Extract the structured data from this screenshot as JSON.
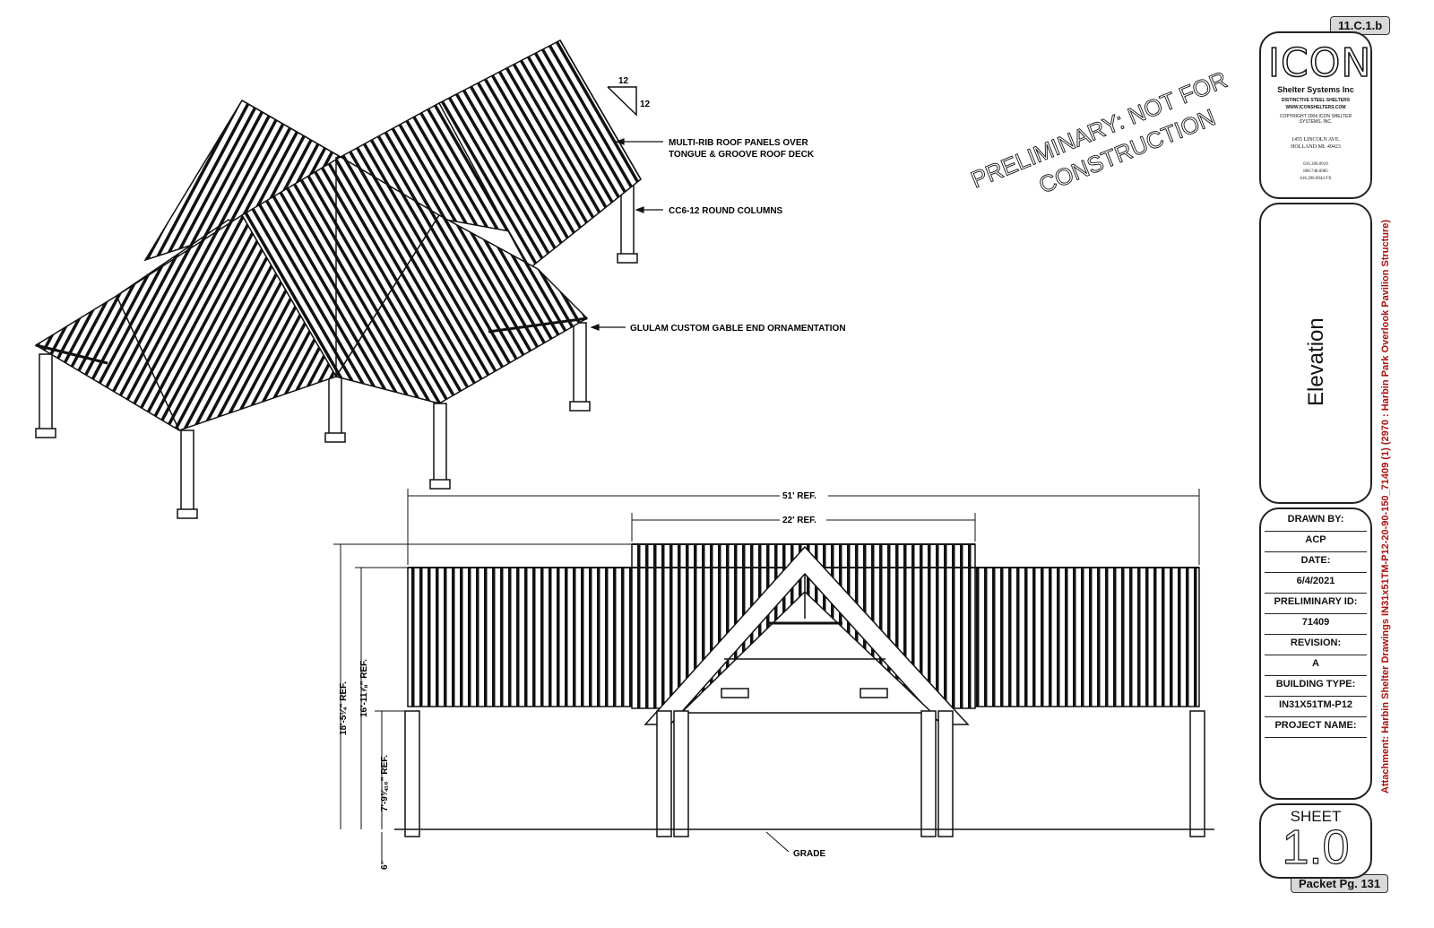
{
  "tags": {
    "top_right": "11.C.1.b",
    "bottom_right": "Packet Pg. 131"
  },
  "watermark": {
    "line1": "PRELIMINARY:  NOT FOR",
    "line2": "CONSTRUCTION"
  },
  "pitch": {
    "rise": "12",
    "run": "12"
  },
  "callouts": {
    "roof_line1": "MULTI-RIB ROOF PANELS OVER",
    "roof_line2": "TONGUE & GROOVE ROOF DECK",
    "columns": "CC6-12 ROUND COLUMNS",
    "gable": "GLULAM CUSTOM GABLE END ORNAMENTATION",
    "grade": "GRADE"
  },
  "dimensions": {
    "overall_width": "51' REF.",
    "center_width": "22' REF.",
    "height_total": "18'-5¼\" REF.",
    "height_eave": "16'-11⅞\" REF.",
    "height_column": "7'-9¾₁₆\" REF.",
    "footing": "6\""
  },
  "logo": {
    "brand": "ICON",
    "subtitle": "Shelter Systems Inc",
    "tagline": "DISTINCTIVE STEEL SHELTERS",
    "website": "WWW.ICONSHELTERS.COM",
    "copyright": "COPYRIGHT 2004 ICON SHELTER SYSTEMS, INC.",
    "address1": "1455 LINCOLN AVE.",
    "address2": "HOLLAND MI. 49423",
    "phone1": "616.396.0919",
    "phone2": "800.748.0985",
    "fax": "616.396.0944 FX"
  },
  "sheet_title": "Elevation",
  "title_block": {
    "drawn_by_label": "DRAWN BY:",
    "drawn_by": "ACP",
    "date_label": "DATE:",
    "date": "6/4/2021",
    "prelim_label": "PRELIMINARY ID:",
    "prelim_id": "71409",
    "revision_label": "REVISION:",
    "revision": "A",
    "building_type_label": "BUILDING TYPE:",
    "building_type": "IN31X51TM-P12",
    "project_name_label": "PROJECT NAME:"
  },
  "sheet": {
    "label": "SHEET",
    "number": "1.0"
  },
  "attachment": "Attachment: Harbin Shelter Drawings IN31x51TM-P12-20-90-150_71409 (1)  (2970 : Harbin Park Overlook Pavilion Structure)"
}
